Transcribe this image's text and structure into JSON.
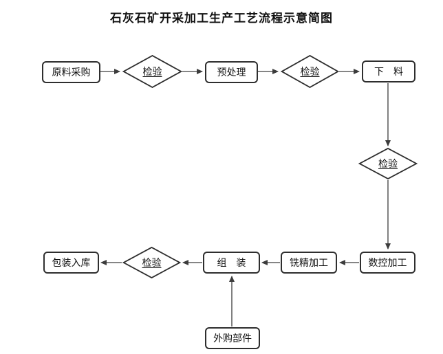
{
  "title": "石灰石矿开采加工生产工艺流程示意简图",
  "nodes": {
    "raw_material": {
      "label": "原料采购",
      "type": "process"
    },
    "inspect_1": {
      "label": "检验",
      "type": "decision"
    },
    "pretreatment": {
      "label": "预处理",
      "type": "process"
    },
    "inspect_2": {
      "label": "检验",
      "type": "decision"
    },
    "blanking": {
      "label": "下　料",
      "type": "process"
    },
    "inspect_3": {
      "label": "检验",
      "type": "decision"
    },
    "cnc_machining": {
      "label": "数控加工",
      "type": "process"
    },
    "fine_milling": {
      "label": "铣精加工",
      "type": "process"
    },
    "assembly": {
      "label": "组　装",
      "type": "process"
    },
    "inspect_4": {
      "label": "检验",
      "type": "decision"
    },
    "packing_storage": {
      "label": "包装入库",
      "type": "process"
    },
    "purchased_parts": {
      "label": "外购部件",
      "type": "process"
    }
  },
  "edges": [
    {
      "from": "原料采购",
      "to": "检验"
    },
    {
      "from": "检验",
      "to": "预处理"
    },
    {
      "from": "预处理",
      "to": "检验"
    },
    {
      "from": "检验",
      "to": "下料"
    },
    {
      "from": "下料",
      "to": "检验"
    },
    {
      "from": "检验",
      "to": "数控加工"
    },
    {
      "from": "数控加工",
      "to": "铣精加工"
    },
    {
      "from": "铣精加工",
      "to": "组装"
    },
    {
      "from": "组装",
      "to": "检验"
    },
    {
      "from": "检验",
      "to": "包装入库"
    },
    {
      "from": "外购部件",
      "to": "组装"
    }
  ],
  "colors": {
    "background": "#ffffff",
    "line": "#3c3c3c",
    "border": "#2e2e2e",
    "text": "#111111"
  }
}
